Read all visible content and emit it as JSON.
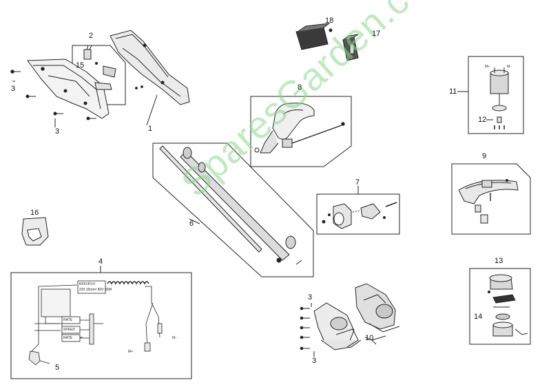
{
  "callouts": {
    "c1": "1",
    "c2": "2",
    "c3a": "3",
    "c3b": "3",
    "c3c": "3",
    "c3d": "3",
    "c4": "4",
    "c5": "5",
    "c6": "6",
    "c7": "7",
    "c8": "8",
    "c9": "9",
    "c10": "10",
    "c11": "11",
    "c12": "12",
    "c13": "13",
    "c14": "14",
    "c15": "15",
    "c16": "16",
    "c17": "17",
    "c18": "18"
  },
  "watermark": "SparesGarden.com",
  "schematic": {
    "label_a": "RF5VP3-F",
    "label_b": "220 15mm² 80V 30W",
    "label_m1": "M+",
    "label_m2": "M−",
    "sw1": "RATE",
    "sw2": "SPEED",
    "sw3": "RATE"
  },
  "motor": {
    "label_m1": "M+",
    "label_m2": "M−"
  },
  "colors": {
    "line": "#222222",
    "watermark": "#8fd88f"
  }
}
